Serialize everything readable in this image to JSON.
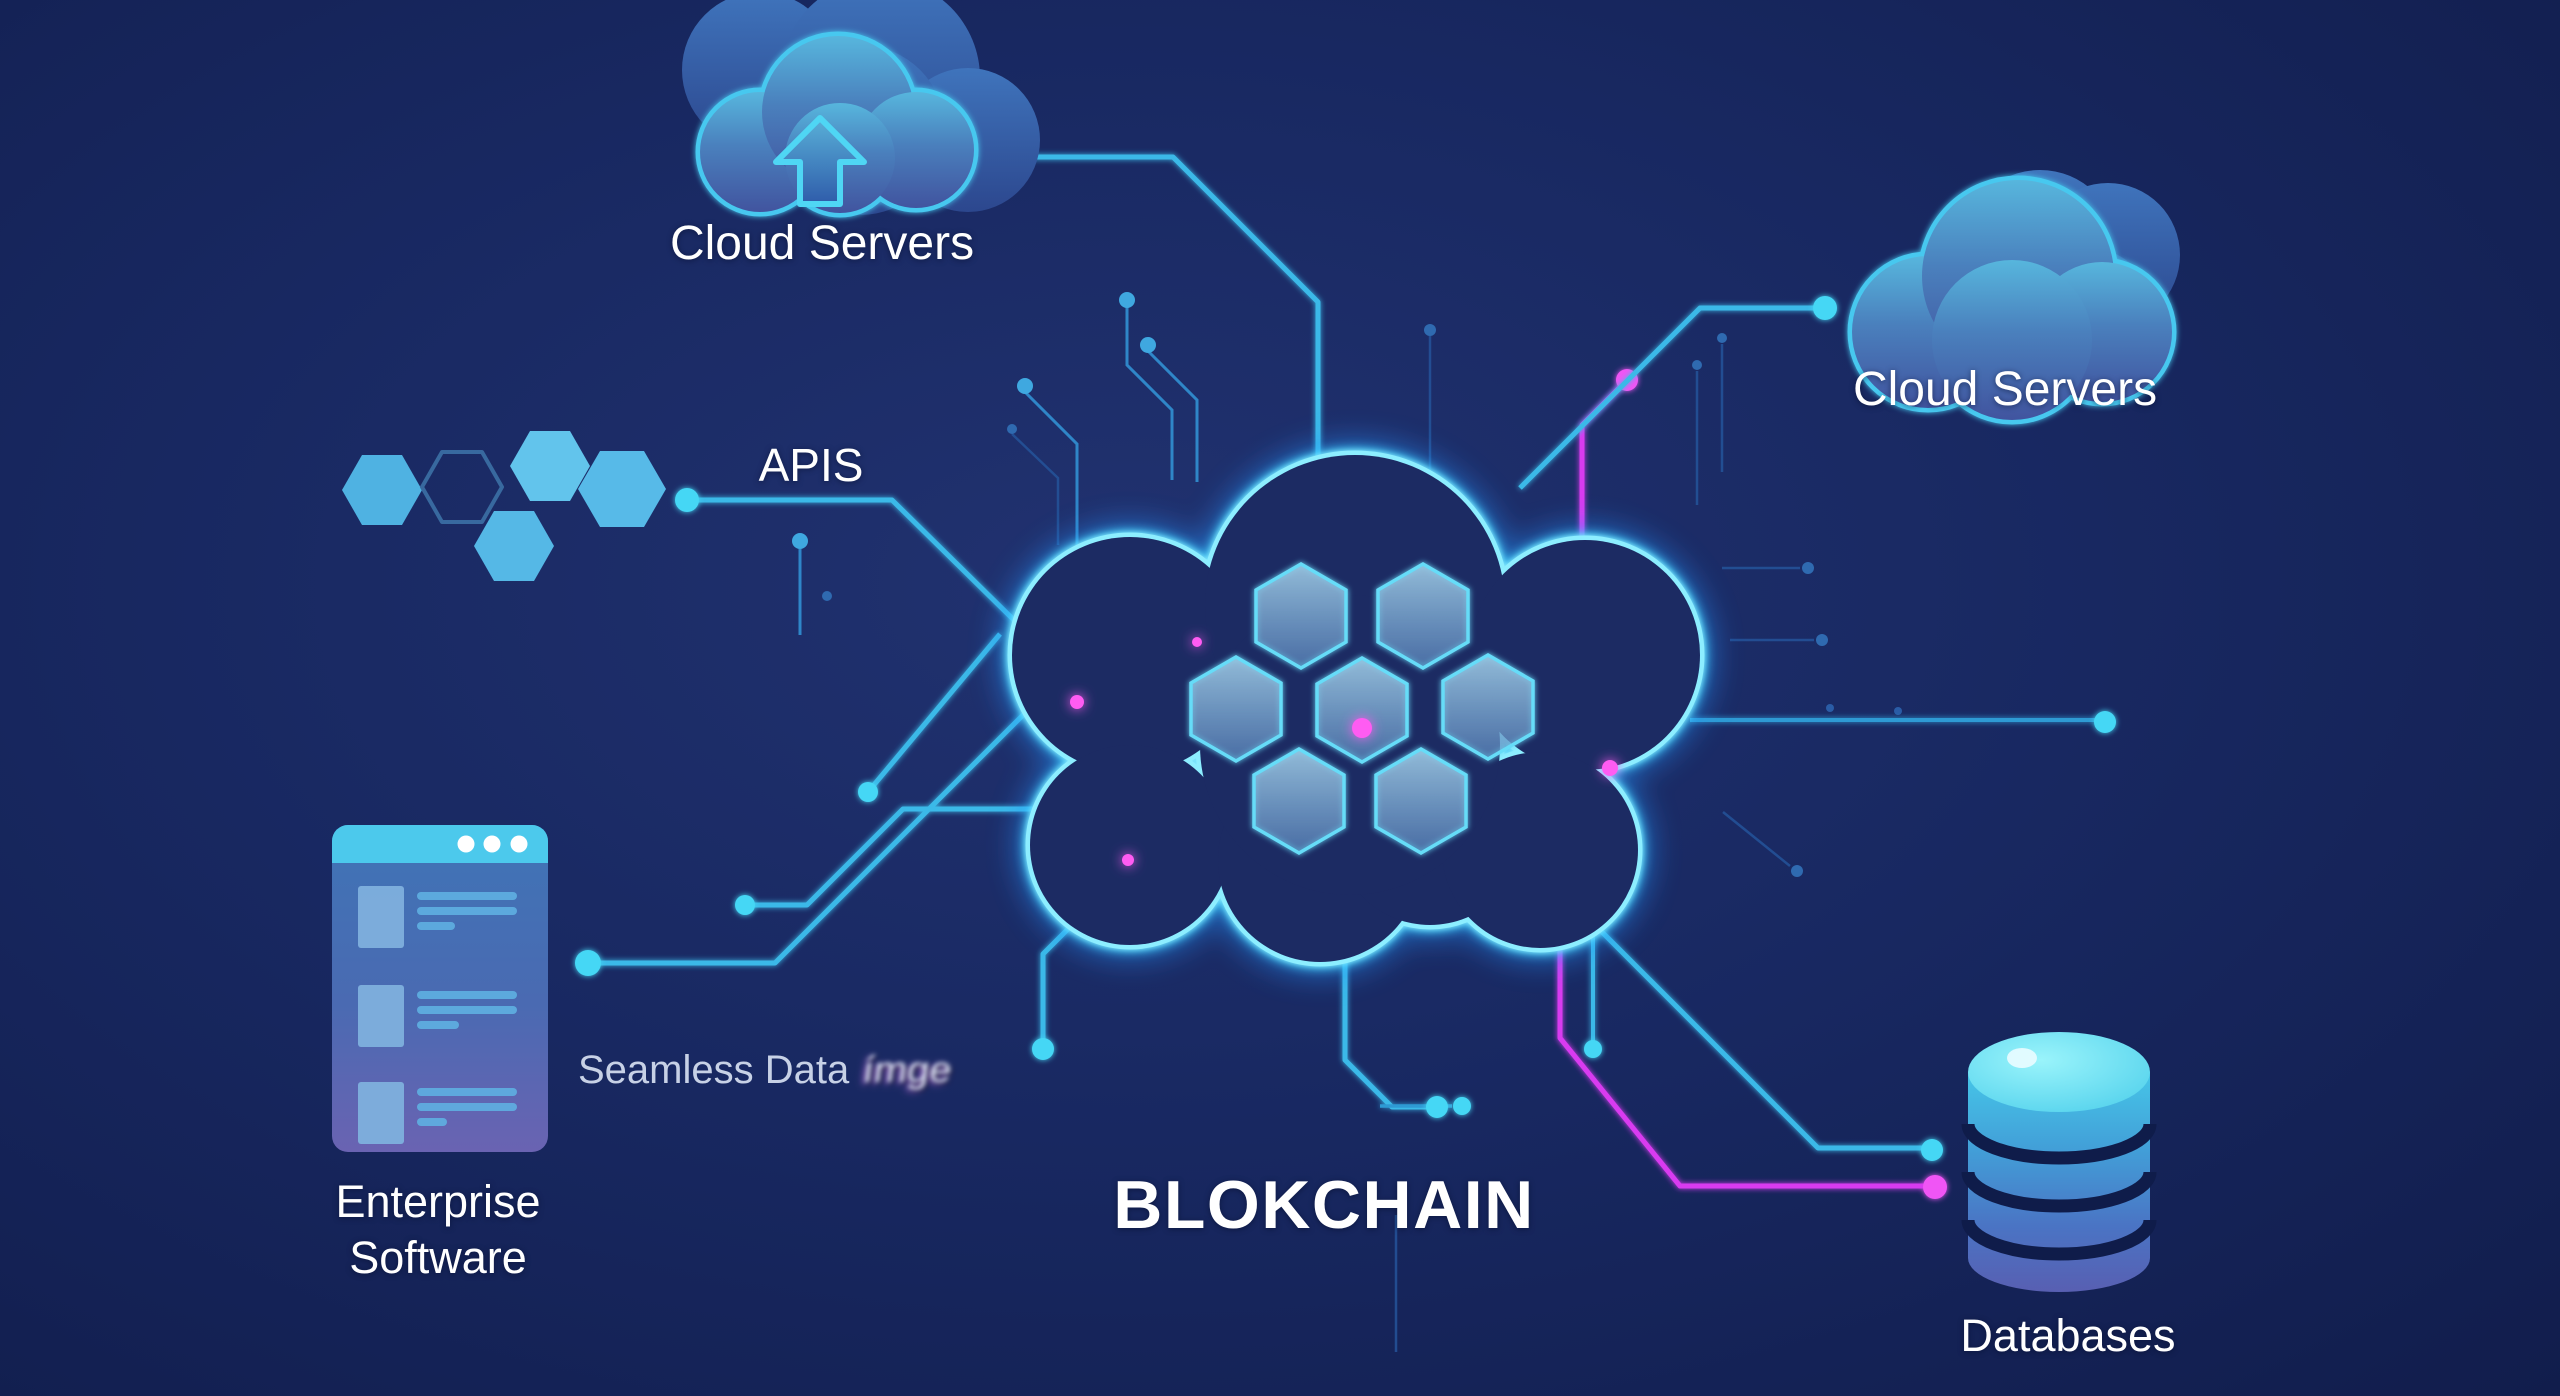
{
  "title": "Blockchain cloud integration illustration",
  "labels": {
    "cloud_servers_left": "Cloud Servers",
    "apis": "APIS",
    "cloud_servers_right": "Cloud Servers",
    "seamless_prefix": "Seamless Data",
    "seamless_garbled": "ímge",
    "blockchain": "BLOKCHAIN",
    "enterprise_line1": "Enterprise",
    "enterprise_line2": "Software",
    "databases": "Databases"
  },
  "icons": {
    "cloud-upload-icon": "cloud with upward arrow",
    "cloud-icon": "overlapping clouds",
    "api-hexagons-icon": "cluster of five hexagons",
    "blockchain-cloud-icon": "neon outlined cloud holding seven hexagons and circuit traces",
    "enterprise-window-icon": "app window with title bar dots and three list rows",
    "database-icon": "stacked cylinder database",
    "node-dot-icon": "circuit endpoint dot"
  },
  "colors": {
    "background_center": "#213270",
    "background_edge": "#111d4c",
    "connector_cyan": "#3ab9e8",
    "connector_dot": "#45d7f5",
    "neon_cloud": "#8deeff",
    "magenta": "#e049f2",
    "hexagon_fill": "#55b7e5",
    "text_white": "#ffffff",
    "text_muted": "#c7d1e6"
  }
}
